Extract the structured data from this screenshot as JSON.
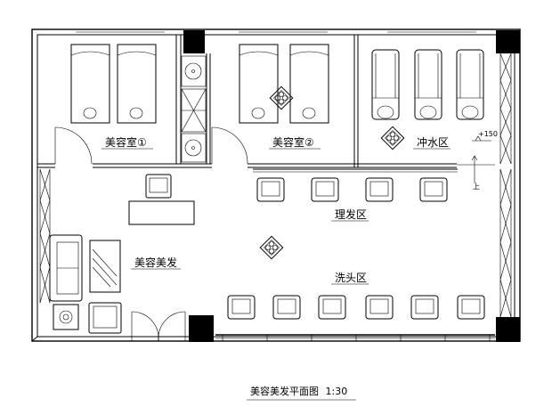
{
  "plan": {
    "title": "美容美发平面图",
    "scale": "1:30",
    "rooms": {
      "beauty_room_1": "美容室①",
      "beauty_room_2": "美容室②",
      "rinse_area": "冲水区",
      "haircut_area": "理发区",
      "beauty_salon": "美容美发",
      "shampoo_area": "洗头区"
    },
    "elevation": "+150",
    "stair_label": "上"
  }
}
